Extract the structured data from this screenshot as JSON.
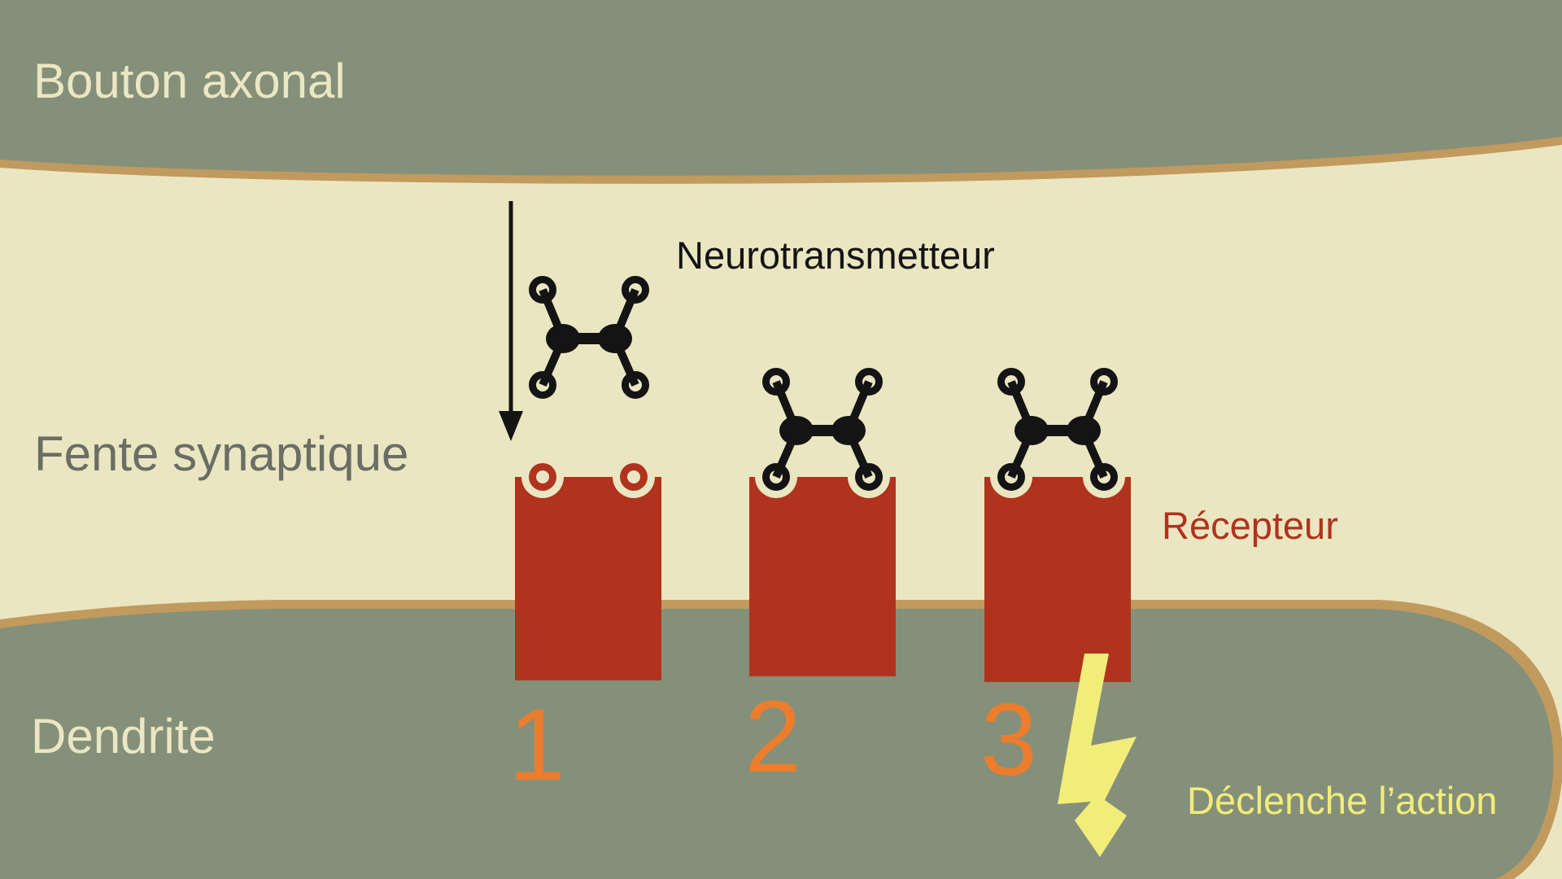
{
  "diagram": {
    "type": "synapse-signal-transmission",
    "regions": {
      "axon_bouton": {
        "label": "Bouton axonal"
      },
      "synaptic_cleft": {
        "label": "Fente synaptique"
      },
      "dendrite": {
        "label": "Dendrite"
      }
    },
    "annotations": {
      "neurotransmitter_label": "Neurotransmetteur",
      "receptor_label": "Récepteur",
      "action_label": "Déclenche l’action"
    },
    "receptors": [
      {
        "number": "1",
        "state": "empty"
      },
      {
        "number": "2",
        "state": "neurotransmitter-bound"
      },
      {
        "number": "3",
        "state": "neurotransmitter-bound"
      }
    ],
    "icons": {
      "molecule": "neurotransmitter-molecule-icon",
      "arrow": "release-down-arrow-icon",
      "bolt": "lightning-bolt-icon"
    },
    "colors": {
      "cleft_cream": "#EBE6C2",
      "membrane_green": "#85907A",
      "membrane_border_tan": "#C19A5E",
      "receptor_red": "#B0331D",
      "number_orange": "#EC7D2D",
      "bolt_yellow": "#F2EC79",
      "cleft_text_gray": "#6A6E64",
      "band_text_cream": "#EBE7C3",
      "molecule_black": "#141414"
    }
  }
}
